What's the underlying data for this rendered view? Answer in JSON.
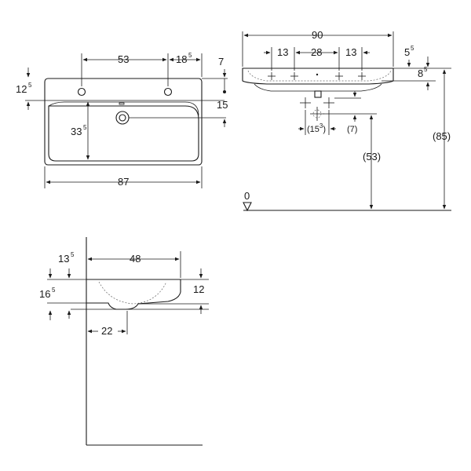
{
  "top_view": {
    "dim_53": "53",
    "dim_18_5": {
      "main": "18",
      "sup": "5"
    },
    "dim_7": "7",
    "dim_12_5": {
      "main": "12",
      "sup": "5"
    },
    "dim_15": "15",
    "dim_33_5": {
      "main": "33",
      "sup": "5"
    },
    "dim_87": "87"
  },
  "front_view": {
    "dim_90": "90",
    "dim_13_left": "13",
    "dim_28": "28",
    "dim_13_right": "13",
    "dim_5_5": {
      "main": "5",
      "sup": "5"
    },
    "dim_8_5": {
      "main": "8",
      "sup": "5"
    },
    "dim_15_3": {
      "main": "(15",
      "sup": "3",
      "close": ")"
    },
    "dim_7": "(7)",
    "dim_53": "(53)",
    "dim_85": "(85)",
    "floor_label": "0"
  },
  "side_view": {
    "dim_48": "48",
    "dim_13_5": {
      "main": "13",
      "sup": "5"
    },
    "dim_16_5": {
      "main": "16",
      "sup": "5"
    },
    "dim_12": "12",
    "dim_22": "22"
  }
}
